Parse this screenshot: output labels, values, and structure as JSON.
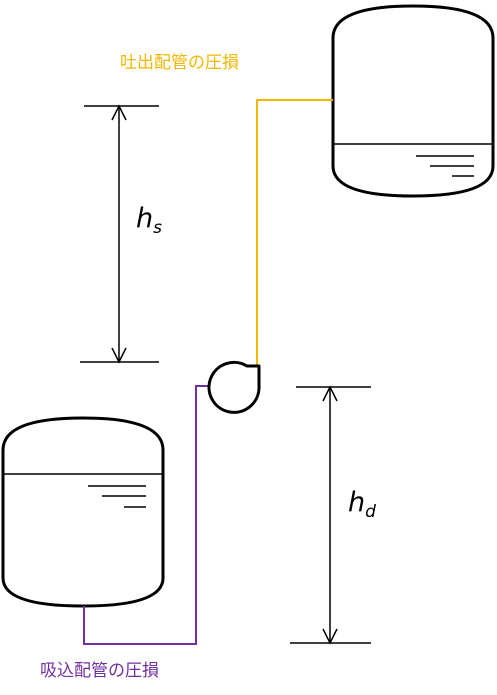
{
  "labels": {
    "discharge_loss": "吐出配管の圧損",
    "suction_loss": "吸込配管の圧損"
  },
  "symbols": {
    "hs": {
      "base": "h",
      "sub": "s"
    },
    "hd": {
      "base": "h",
      "sub": "d"
    }
  },
  "colors": {
    "discharge_pipe": "#f2b700",
    "suction_pipe": "#7030a0",
    "stroke": "#000000"
  }
}
